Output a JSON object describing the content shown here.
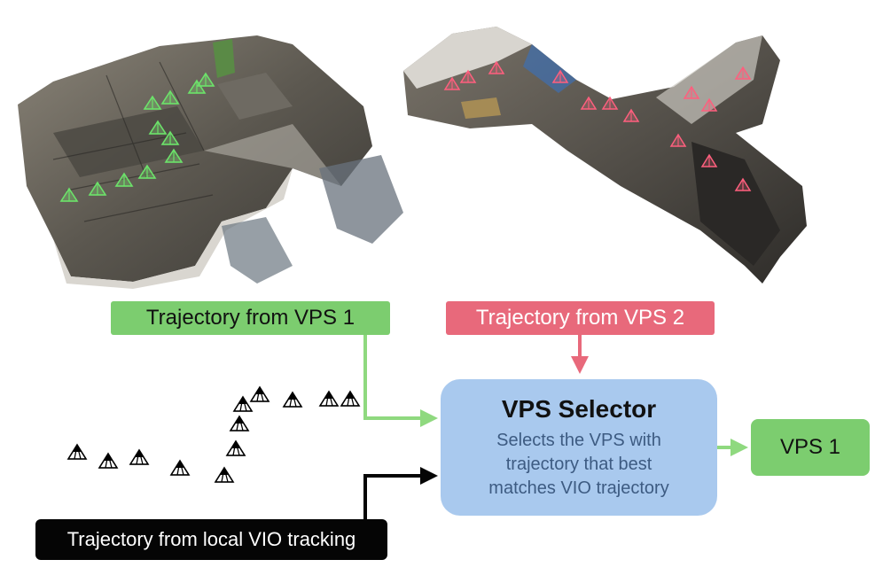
{
  "labels": {
    "vps1_trajectory": "Trajectory from VPS 1",
    "vps2_trajectory": "Trajectory from VPS 2",
    "vio_trajectory": "Trajectory from local VIO tracking"
  },
  "selector": {
    "title": "VPS Selector",
    "description": "Selects the VPS with\ntrajectory that best\nmatches VIO trajectory"
  },
  "result": {
    "label": "VPS 1"
  },
  "colors": {
    "vps1": "#7ccd6f",
    "vps1_arrow": "#8fd97f",
    "vps2": "#e8697b",
    "vio": "#050505",
    "selector": "#a9c9ee",
    "selector_text": "#3d5b82"
  }
}
